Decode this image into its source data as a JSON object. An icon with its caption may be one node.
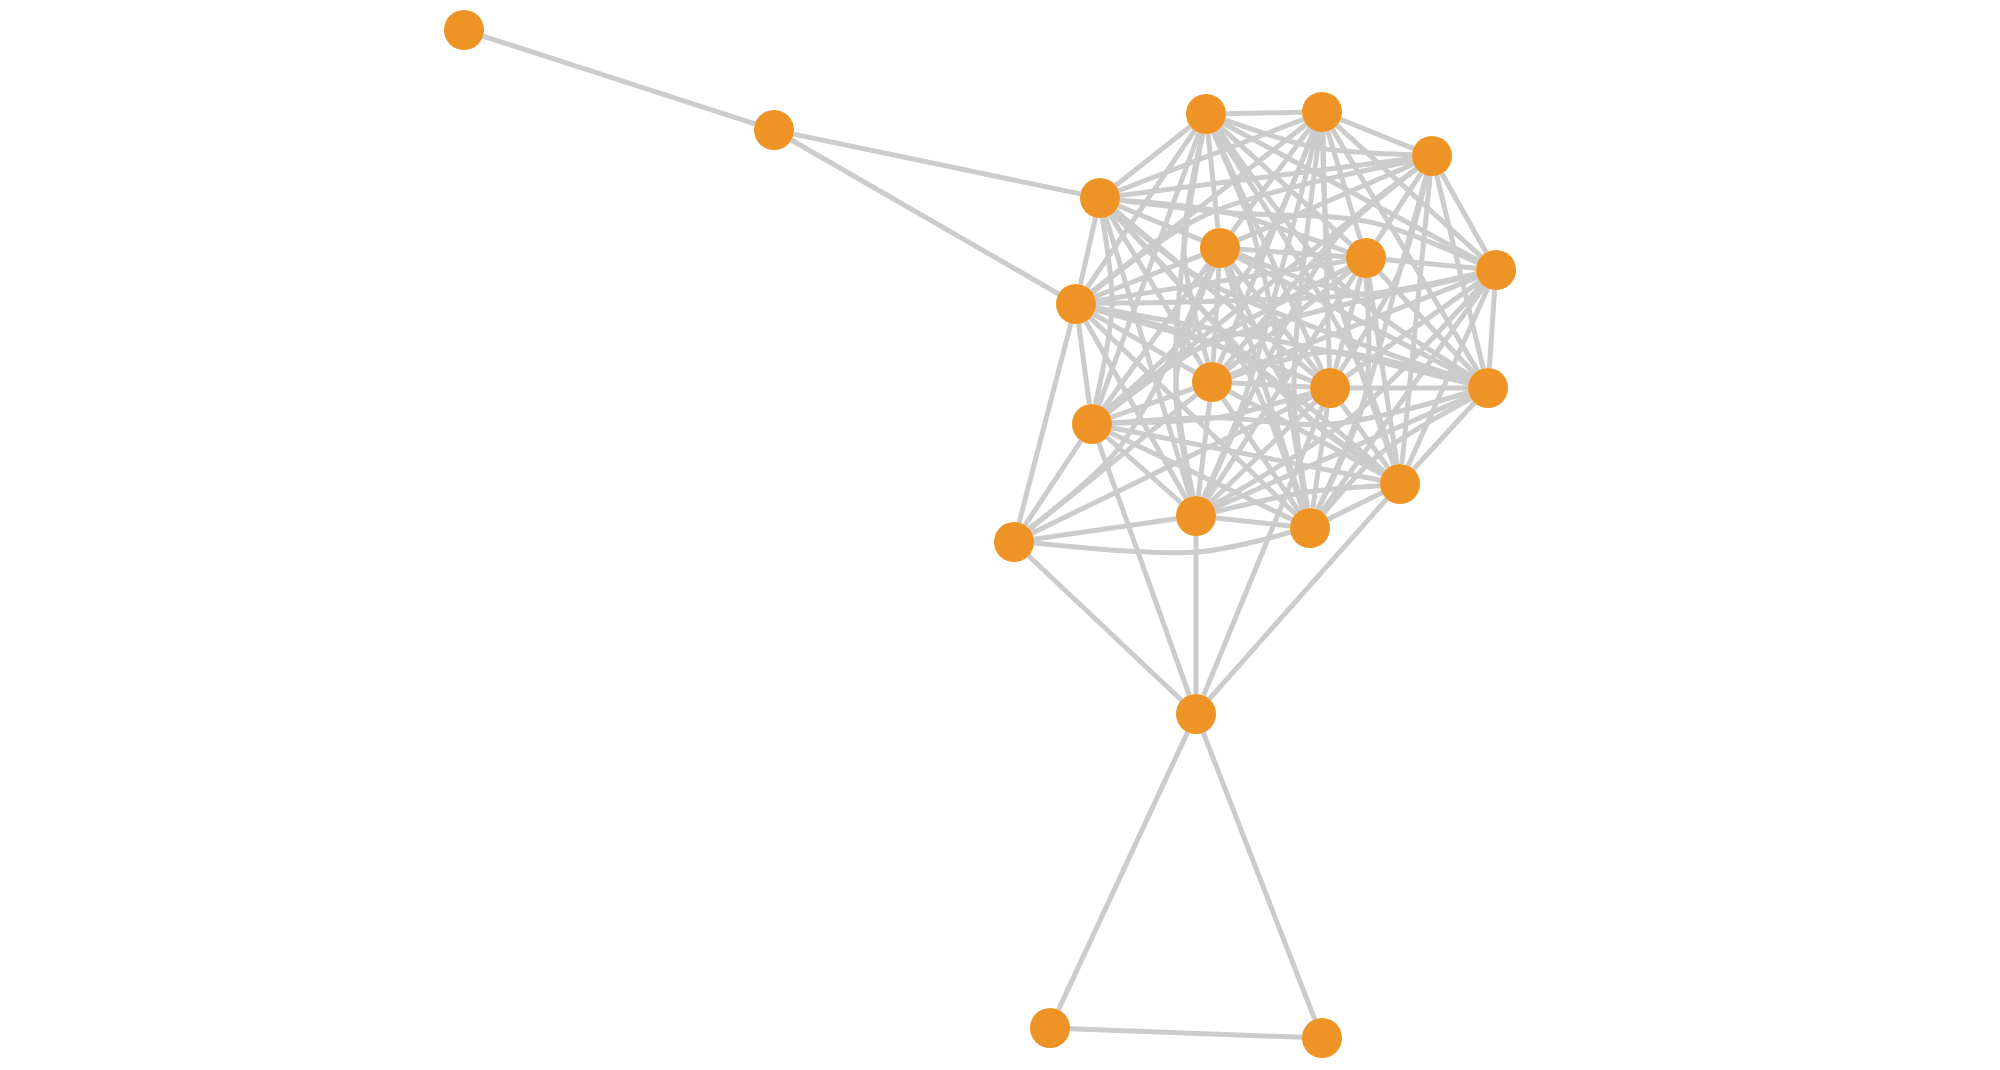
{
  "diagram": {
    "nodes": [
      {
        "text": [],
        "shape": "circle"
      },
      {
        "text": [],
        "shape": "circle"
      },
      {
        "text": [],
        "shape": "circle"
      },
      {
        "text": [],
        "shape": "circle"
      },
      {
        "text": [],
        "shape": "circle"
      },
      {
        "text": [],
        "shape": "circle"
      },
      {
        "text": [],
        "shape": "circle"
      },
      {
        "text": [],
        "shape": "circle"
      },
      {
        "text": [],
        "shape": "circle"
      },
      {
        "text": [],
        "shape": "circle"
      },
      {
        "text": [],
        "shape": "circle"
      },
      {
        "text": [],
        "shape": "circle"
      },
      {
        "text": [],
        "shape": "circle"
      },
      {
        "text": [],
        "shape": "circle"
      },
      {
        "text": [],
        "shape": "circle"
      },
      {
        "text": [],
        "shape": "circle"
      },
      {
        "text": [],
        "shape": "circle"
      },
      {
        "text": [],
        "shape": "circle"
      },
      {
        "text": [],
        "shape": "circle"
      },
      {
        "text": [],
        "shape": "circle"
      },
      {
        "text": [],
        "shape": "circle"
      }
    ],
    "edges": [
      {
        "from": 0,
        "to": 1,
        "arrow": "none"
      },
      {
        "from": 1,
        "to": 5,
        "arrow": "none"
      },
      {
        "from": 1,
        "to": 9,
        "arrow": "none"
      },
      {
        "from": 2,
        "to": 3,
        "arrow": "none"
      },
      {
        "from": 2,
        "to": 4,
        "arrow": "none"
      },
      {
        "from": 2,
        "to": 5,
        "arrow": "none"
      },
      {
        "from": 2,
        "to": 6,
        "arrow": "none"
      },
      {
        "from": 2,
        "to": 7,
        "arrow": "none"
      },
      {
        "from": 2,
        "to": 8,
        "arrow": "none"
      },
      {
        "from": 2,
        "to": 9,
        "arrow": "none"
      },
      {
        "from": 2,
        "to": 10,
        "arrow": "none"
      },
      {
        "from": 2,
        "to": 11,
        "arrow": "none"
      },
      {
        "from": 2,
        "to": 12,
        "arrow": "none"
      },
      {
        "from": 2,
        "to": 13,
        "arrow": "none"
      },
      {
        "from": 2,
        "to": 14,
        "arrow": "none"
      },
      {
        "from": 2,
        "to": 16,
        "arrow": "none"
      },
      {
        "from": 2,
        "to": 17,
        "arrow": "none"
      },
      {
        "from": 3,
        "to": 4,
        "arrow": "none"
      },
      {
        "from": 3,
        "to": 5,
        "arrow": "none"
      },
      {
        "from": 3,
        "to": 6,
        "arrow": "none"
      },
      {
        "from": 3,
        "to": 7,
        "arrow": "none"
      },
      {
        "from": 3,
        "to": 8,
        "arrow": "none"
      },
      {
        "from": 3,
        "to": 9,
        "arrow": "none"
      },
      {
        "from": 3,
        "to": 10,
        "arrow": "none"
      },
      {
        "from": 3,
        "to": 11,
        "arrow": "none"
      },
      {
        "from": 3,
        "to": 12,
        "arrow": "none"
      },
      {
        "from": 3,
        "to": 13,
        "arrow": "none"
      },
      {
        "from": 3,
        "to": 14,
        "arrow": "none"
      },
      {
        "from": 3,
        "to": 16,
        "arrow": "none"
      },
      {
        "from": 3,
        "to": 17,
        "arrow": "none"
      },
      {
        "from": 4,
        "to": 5,
        "arrow": "none"
      },
      {
        "from": 4,
        "to": 6,
        "arrow": "none"
      },
      {
        "from": 4,
        "to": 7,
        "arrow": "none"
      },
      {
        "from": 4,
        "to": 8,
        "arrow": "none"
      },
      {
        "from": 4,
        "to": 9,
        "arrow": "none"
      },
      {
        "from": 4,
        "to": 10,
        "arrow": "none"
      },
      {
        "from": 4,
        "to": 11,
        "arrow": "none"
      },
      {
        "from": 4,
        "to": 12,
        "arrow": "none"
      },
      {
        "from": 4,
        "to": 13,
        "arrow": "none"
      },
      {
        "from": 4,
        "to": 14,
        "arrow": "none"
      },
      {
        "from": 4,
        "to": 16,
        "arrow": "none"
      },
      {
        "from": 4,
        "to": 17,
        "arrow": "none"
      },
      {
        "from": 5,
        "to": 6,
        "arrow": "none"
      },
      {
        "from": 5,
        "to": 7,
        "arrow": "none"
      },
      {
        "from": 5,
        "to": 8,
        "arrow": "none"
      },
      {
        "from": 5,
        "to": 9,
        "arrow": "none"
      },
      {
        "from": 5,
        "to": 10,
        "arrow": "none"
      },
      {
        "from": 5,
        "to": 11,
        "arrow": "none"
      },
      {
        "from": 5,
        "to": 12,
        "arrow": "none"
      },
      {
        "from": 5,
        "to": 13,
        "arrow": "none"
      },
      {
        "from": 5,
        "to": 14,
        "arrow": "none"
      },
      {
        "from": 5,
        "to": 16,
        "arrow": "none"
      },
      {
        "from": 5,
        "to": 17,
        "arrow": "none"
      },
      {
        "from": 6,
        "to": 7,
        "arrow": "none"
      },
      {
        "from": 6,
        "to": 8,
        "arrow": "none"
      },
      {
        "from": 6,
        "to": 9,
        "arrow": "none"
      },
      {
        "from": 6,
        "to": 10,
        "arrow": "none"
      },
      {
        "from": 6,
        "to": 11,
        "arrow": "none"
      },
      {
        "from": 6,
        "to": 12,
        "arrow": "none"
      },
      {
        "from": 6,
        "to": 13,
        "arrow": "none"
      },
      {
        "from": 6,
        "to": 14,
        "arrow": "none"
      },
      {
        "from": 6,
        "to": 16,
        "arrow": "none"
      },
      {
        "from": 6,
        "to": 17,
        "arrow": "none"
      },
      {
        "from": 7,
        "to": 8,
        "arrow": "none"
      },
      {
        "from": 7,
        "to": 9,
        "arrow": "none"
      },
      {
        "from": 7,
        "to": 10,
        "arrow": "none"
      },
      {
        "from": 7,
        "to": 11,
        "arrow": "none"
      },
      {
        "from": 7,
        "to": 12,
        "arrow": "none"
      },
      {
        "from": 7,
        "to": 13,
        "arrow": "none"
      },
      {
        "from": 7,
        "to": 14,
        "arrow": "none"
      },
      {
        "from": 7,
        "to": 16,
        "arrow": "none"
      },
      {
        "from": 7,
        "to": 17,
        "arrow": "none"
      },
      {
        "from": 8,
        "to": 9,
        "arrow": "none"
      },
      {
        "from": 8,
        "to": 10,
        "arrow": "none"
      },
      {
        "from": 8,
        "to": 11,
        "arrow": "none"
      },
      {
        "from": 8,
        "to": 12,
        "arrow": "none"
      },
      {
        "from": 8,
        "to": 13,
        "arrow": "none"
      },
      {
        "from": 8,
        "to": 14,
        "arrow": "none"
      },
      {
        "from": 8,
        "to": 16,
        "arrow": "none"
      },
      {
        "from": 8,
        "to": 17,
        "arrow": "none"
      },
      {
        "from": 9,
        "to": 10,
        "arrow": "none"
      },
      {
        "from": 9,
        "to": 11,
        "arrow": "none"
      },
      {
        "from": 9,
        "to": 12,
        "arrow": "none"
      },
      {
        "from": 9,
        "to": 13,
        "arrow": "none"
      },
      {
        "from": 9,
        "to": 14,
        "arrow": "none"
      },
      {
        "from": 9,
        "to": 16,
        "arrow": "none"
      },
      {
        "from": 9,
        "to": 17,
        "arrow": "none"
      },
      {
        "from": 10,
        "to": 11,
        "arrow": "none"
      },
      {
        "from": 10,
        "to": 12,
        "arrow": "none"
      },
      {
        "from": 10,
        "to": 13,
        "arrow": "none"
      },
      {
        "from": 10,
        "to": 14,
        "arrow": "none"
      },
      {
        "from": 10,
        "to": 16,
        "arrow": "none"
      },
      {
        "from": 10,
        "to": 17,
        "arrow": "none"
      },
      {
        "from": 11,
        "to": 12,
        "arrow": "none"
      },
      {
        "from": 11,
        "to": 13,
        "arrow": "none"
      },
      {
        "from": 11,
        "to": 14,
        "arrow": "none"
      },
      {
        "from": 11,
        "to": 16,
        "arrow": "none"
      },
      {
        "from": 11,
        "to": 17,
        "arrow": "none"
      },
      {
        "from": 12,
        "to": 13,
        "arrow": "none"
      },
      {
        "from": 12,
        "to": 14,
        "arrow": "none"
      },
      {
        "from": 12,
        "to": 16,
        "arrow": "none"
      },
      {
        "from": 12,
        "to": 17,
        "arrow": "none"
      },
      {
        "from": 13,
        "to": 14,
        "arrow": "none"
      },
      {
        "from": 13,
        "to": 16,
        "arrow": "none"
      },
      {
        "from": 13,
        "to": 17,
        "arrow": "none"
      },
      {
        "from": 14,
        "to": 16,
        "arrow": "none"
      },
      {
        "from": 14,
        "to": 17,
        "arrow": "none"
      },
      {
        "from": 16,
        "to": 17,
        "arrow": "none"
      },
      {
        "from": 15,
        "to": 9,
        "arrow": "none"
      },
      {
        "from": 15,
        "to": 13,
        "arrow": "none"
      },
      {
        "from": 15,
        "to": 6,
        "arrow": "none"
      },
      {
        "from": 15,
        "to": 10,
        "arrow": "none"
      },
      {
        "from": 15,
        "to": 11,
        "arrow": "none"
      },
      {
        "from": 15,
        "to": 16,
        "arrow": "none"
      },
      {
        "from": 15,
        "to": 17,
        "arrow": "none"
      },
      {
        "from": 15,
        "to": 18,
        "arrow": "none"
      },
      {
        "from": 18,
        "to": 13,
        "arrow": "none"
      },
      {
        "from": 18,
        "to": 16,
        "arrow": "none"
      },
      {
        "from": 18,
        "to": 11,
        "arrow": "none"
      },
      {
        "from": 18,
        "to": 14,
        "arrow": "none"
      },
      {
        "from": 18,
        "to": 19,
        "arrow": "none"
      },
      {
        "from": 18,
        "to": 20,
        "arrow": "none"
      },
      {
        "from": 19,
        "to": 20,
        "arrow": "none"
      }
    ]
  }
}
